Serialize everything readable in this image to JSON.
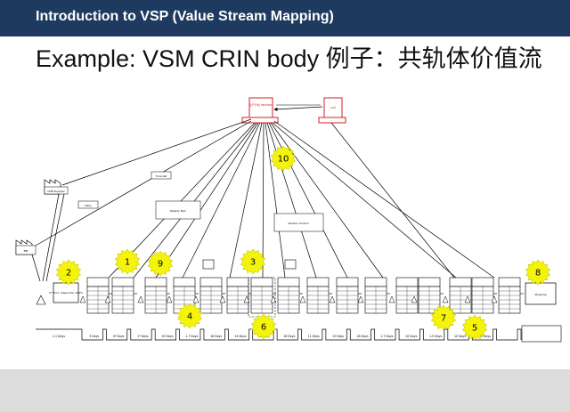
{
  "header": {
    "title": "Introduction to VSP (Value Stream Mapping)"
  },
  "slide": {
    "title": "Example: VSM CRIN body 例子：共轨体价值流"
  },
  "diagram": {
    "callouts": [
      "1",
      "2",
      "3",
      "4",
      "5",
      "6",
      "7",
      "8",
      "9",
      "10"
    ],
    "small_labels": {
      "schedule": "生产计划\nMRP/ERP",
      "vsp": "VSP",
      "supplier1": "CHB Supplier",
      "supplier2": "BM",
      "forecast": "Forecast",
      "daily": "Daily",
      "schedule_note": "Weekly Plan",
      "kanban_note": "Kanban Control",
      "batch": "2* Prod. Inspection\n100%",
      "shipping": "Shipping"
    },
    "timeline": [
      "1.1 Days",
      "3 Days",
      "4* Days",
      "1* Days",
      "10 Days",
      "1.7 Days",
      "18 Days",
      "16 Days",
      "9 Days",
      "18 Days",
      "11 Days",
      "15 Days",
      "18 Days",
      "1.7 Days",
      "10 Days",
      "1.5 Days",
      "10 Days",
      "4.5 Days"
    ]
  },
  "colors": {
    "header_bg": "#1f3a5f",
    "callout_fill": "#f4f40a",
    "callout_stroke": "#c9c900",
    "red": "#d62020",
    "footer": "#dcdcdc"
  }
}
